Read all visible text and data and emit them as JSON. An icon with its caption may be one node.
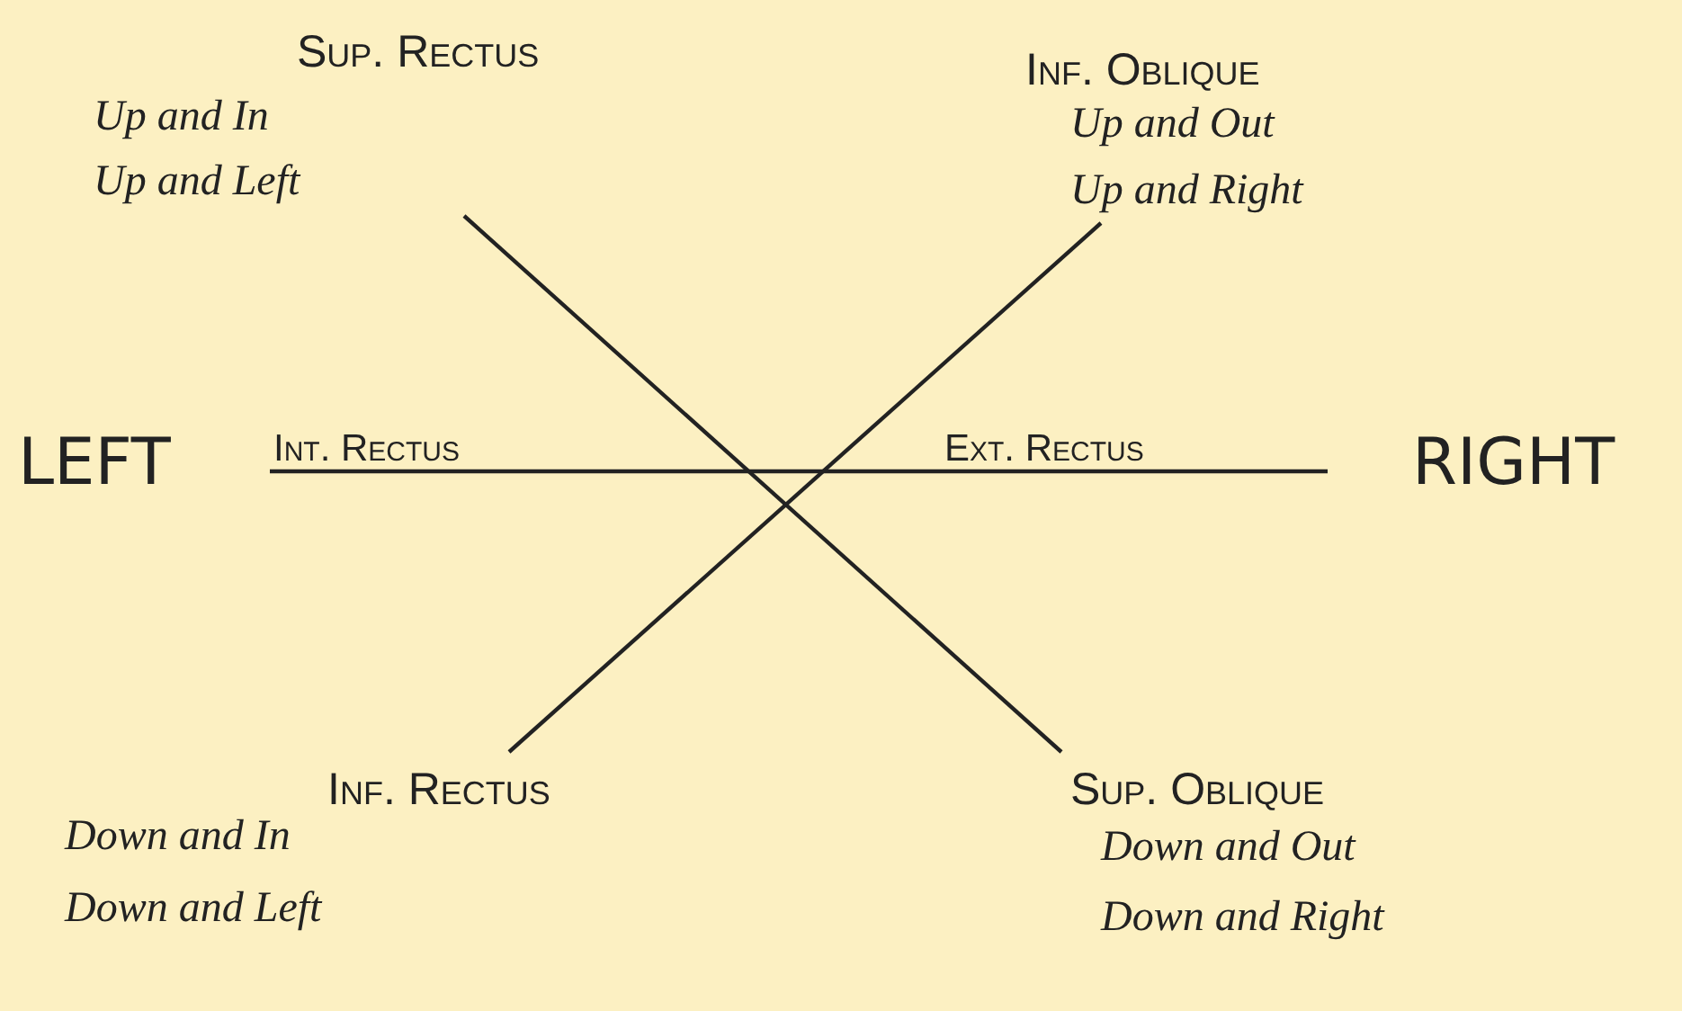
{
  "diagram": {
    "labels": [
      "Sup. Rectus",
      "Inf. Oblique",
      "Up and In",
      "Up and Out",
      "Up and Left",
      "Up and Right",
      "LEFT",
      "Int. Rectus",
      "Ext. Rectus",
      "RIGHT",
      "Inf. Rectus",
      "Sup. Oblique",
      "Down and In",
      "Down and Out",
      "Down and Left",
      "Down and Right"
    ]
  }
}
